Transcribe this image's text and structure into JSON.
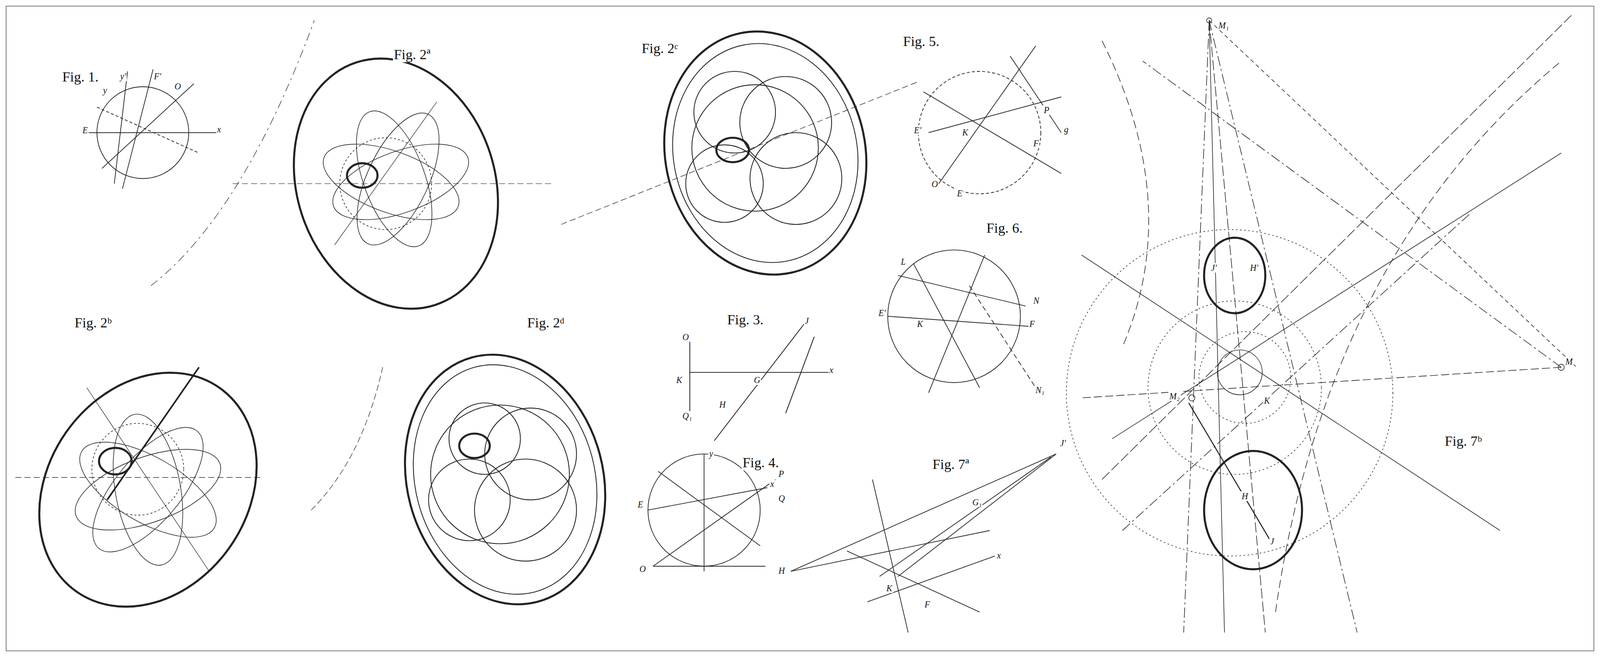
{
  "diagram": {
    "labels": [
      "Fig. 1.",
      "Fig. 2ª",
      "Fig. 2ᶜ",
      "Fig. 5.",
      "Fig. 6.",
      "Fig. 2ᵇ",
      "Fig. 2ᵈ",
      "Fig. 3.",
      "Fig. 4.",
      "Fig. 7ª",
      "Fig. 7ᵇ",
      "y",
      "y'",
      "x",
      "E",
      "O",
      "F'",
      "O",
      "K",
      "G",
      "x",
      "J",
      "H",
      "Q₁",
      "y",
      "x",
      "E",
      "O",
      "P",
      "Q",
      "K",
      "P",
      "g",
      "E'",
      "F",
      "O",
      "E",
      "L",
      "K",
      "E'",
      "F",
      "N",
      "N₁",
      "H",
      "J'",
      "K",
      "F",
      "x",
      "G₁",
      "M₁",
      "M",
      "M₂",
      "H'",
      "J'",
      "H",
      "J",
      "K"
    ]
  }
}
